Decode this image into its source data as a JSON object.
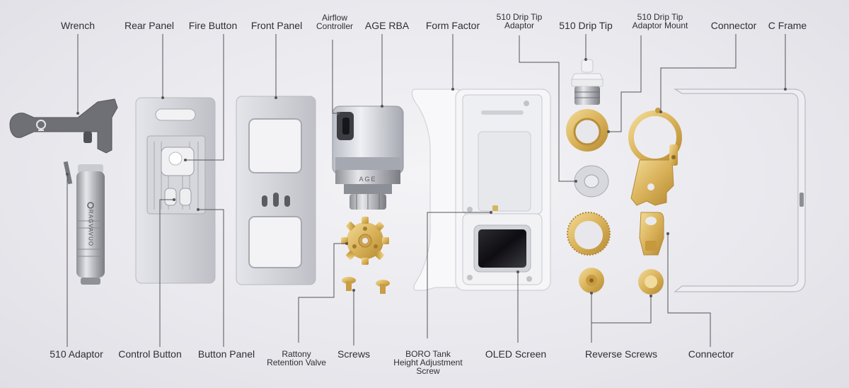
{
  "labels": {
    "wrench": "Wrench",
    "rear_panel": "Rear Panel",
    "fire_button": "Fire Button",
    "front_panel": "Front Panel",
    "airflow_controller": [
      "Airflow",
      "Controller"
    ],
    "age_rba": "AGE RBA",
    "form_factor": "Form Factor",
    "drip_tip_adaptor": [
      "510 Drip Tip",
      "Adaptor"
    ],
    "drip_tip": "510 Drip Tip",
    "drip_tip_adaptor_mount": [
      "510 Drip Tip",
      "Adaptor Mount"
    ],
    "connector_top": "Connector",
    "c_frame": "C Frame",
    "adaptor_510": "510 Adaptor",
    "control_button": "Control Button",
    "button_panel": "Button Panel",
    "rattony_valve": [
      "Rattony",
      "Retention Valve"
    ],
    "screws": "Screws",
    "boro_tank_screw": [
      "BORO Tank",
      "Height Adjustment",
      "Screw"
    ],
    "oled_screen": "OLED Screen",
    "reverse_screws": "Reverse Screws",
    "connector_bottom": "Connector"
  },
  "product_marks": {
    "rba_label": "AGE",
    "adaptor_label": "RAGVAVUO"
  },
  "colors": {
    "leader_line": "#555558",
    "label_text": "#2f2f33",
    "brass": "#d9b25a",
    "aluminum": "#cfd0d6",
    "white_frame": "#f6f6f8",
    "dark_metal": "#6b6c70"
  }
}
